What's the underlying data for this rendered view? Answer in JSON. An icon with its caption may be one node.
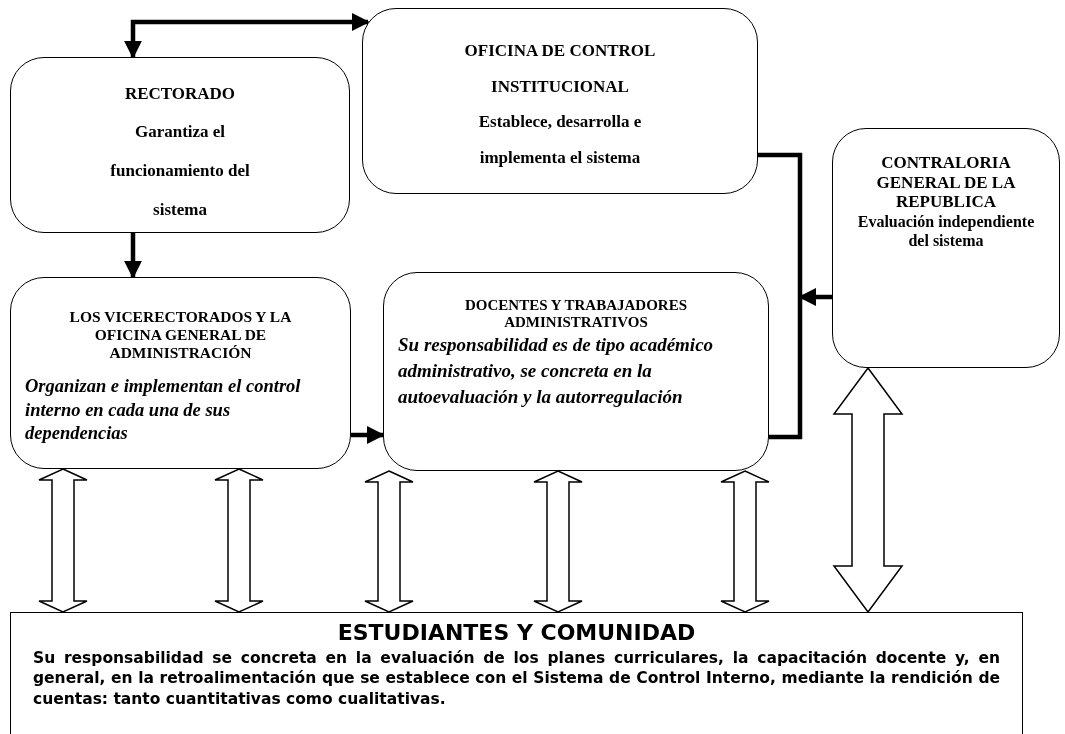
{
  "diagram": {
    "nodes": [
      {
        "text": [
          "RECTORADO",
          "Garantiza el funcionamiento del sistema"
        ]
      },
      {
        "text": [
          "OFICINA DE CONTROL INSTITUCIONAL",
          "Establece, desarrolla e implementa el sistema"
        ]
      },
      {
        "text": [
          "CONTRALORIA GENERAL DE LA REPUBLICA",
          "Evaluación independiente del sistema"
        ]
      },
      {
        "text": [
          "LOS VICERECTORADOS Y LA OFICINA GENERAL DE ADMINISTRACIÓN",
          "Organizan e implementan el control interno en cada una de sus dependencias"
        ]
      },
      {
        "text": [
          "DOCENTES Y TRABAJADORES ADMINISTRATIVOS",
          "Su responsabilidad es de tipo académico administrativo, se concreta en la autoevaluación y la autorregulación"
        ]
      },
      {
        "text": [
          "ESTUDIANTES Y COMUNIDAD",
          "Su responsabilidad se concreta en la evaluación de los planes curriculares, la capacitación docente y, en general, en la retroalimentación que se establece con el Sistema de Control Interno, mediante la rendición de cuentas: tanto cuantitativas como cualitativas."
        ]
      }
    ],
    "edges": [
      {
        "from": 0,
        "to": 1,
        "arrow": "both"
      },
      {
        "from": 0,
        "to": 3,
        "arrow": "to"
      },
      {
        "from": 3,
        "to": 4,
        "arrow": "to"
      },
      {
        "from": 1,
        "to": 4,
        "arrow": "none"
      },
      {
        "from": 2,
        "to": null,
        "arrow": "to"
      },
      {
        "from": 3,
        "to": 5,
        "arrow": "both"
      },
      {
        "from": 3,
        "to": 5,
        "arrow": "both"
      },
      {
        "from": 4,
        "to": 5,
        "arrow": "both"
      },
      {
        "from": 4,
        "to": 5,
        "arrow": "both"
      },
      {
        "from": 4,
        "to": 5,
        "arrow": "both"
      },
      {
        "from": 2,
        "to": 5,
        "arrow": "both"
      }
    ]
  }
}
